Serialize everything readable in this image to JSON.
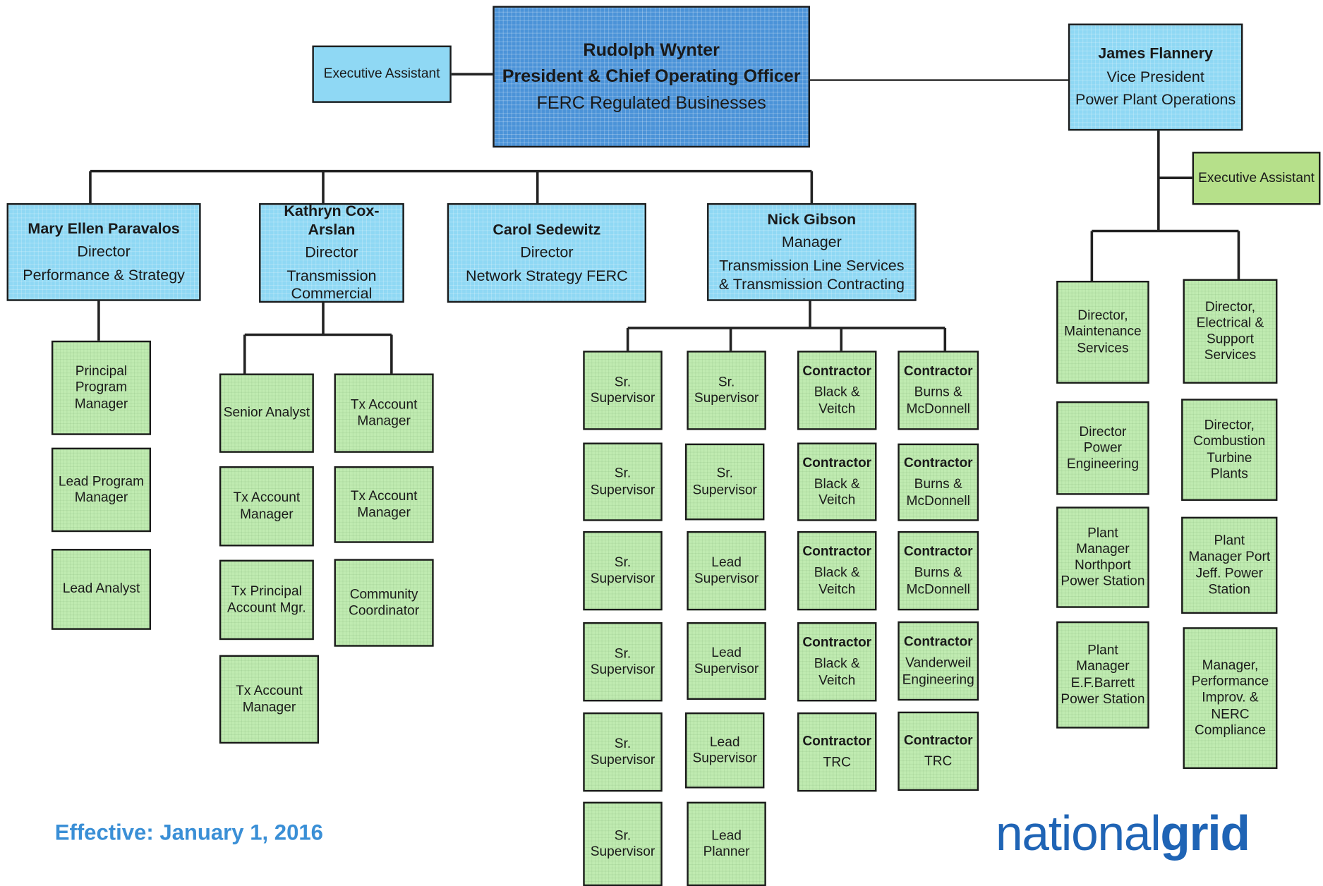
{
  "president": {
    "name": "Rudolph Wynter",
    "title": "President & Chief Operating Officer",
    "unit": "FERC Regulated Businesses"
  },
  "exec_assistant_left": "Executive Assistant",
  "vp": {
    "name": "James Flannery",
    "title": "Vice President",
    "unit": "Power Plant Operations"
  },
  "exec_assistant_right": "Executive Assistant",
  "directors": [
    {
      "name": "Mary Ellen Paravalos",
      "title": "Director",
      "unit": "Performance & Strategy"
    },
    {
      "name": "Kathryn Cox-Arslan",
      "title": "Director",
      "unit": "Transmission Commercial"
    },
    {
      "name": "Carol Sedewitz",
      "title": "Director",
      "unit": "Network Strategy FERC"
    },
    {
      "name": "Nick Gibson",
      "title": "Manager",
      "unit": "Transmission Line Services & Transmission Contracting"
    }
  ],
  "paravalos_team": [
    "Principal Program Manager",
    "Lead Program Manager",
    "Lead Analyst"
  ],
  "cox_team": {
    "left": [
      "Senior Analyst",
      "Tx Account Manager",
      "Tx Principal Account Mgr.",
      "Tx Account Manager"
    ],
    "right": [
      "Tx Account Manager",
      "Tx Account Manager",
      "Community Coordinator"
    ]
  },
  "gibson_team": {
    "col1": [
      "Sr. Supervisor",
      "Sr. Supervisor",
      "Sr. Supervisor",
      "Sr. Supervisor",
      "Sr. Supervisor",
      "Sr. Supervisor"
    ],
    "col2": [
      "Sr. Supervisor",
      "Sr. Supervisor",
      "Lead Supervisor",
      "Lead Supervisor",
      "Lead Supervisor",
      "Lead Planner"
    ],
    "contractor_label": "Contractor",
    "col3": [
      "Black & Veitch",
      "Black & Veitch",
      "Black & Veitch",
      "Black & Veitch",
      "TRC"
    ],
    "col4": [
      "Burns & McDonnell",
      "Burns & McDonnell",
      "Burns & McDonnell",
      "Vanderweil Engineering",
      "TRC"
    ]
  },
  "vp_team": {
    "left": [
      "Director, Maintenance Services",
      "Director Power Engineering",
      "Plant Manager Northport Power Station",
      "Plant Manager E.F.Barrett Power Station"
    ],
    "right": [
      "Director, Electrical & Support Services",
      "Director, Combustion Turbine Plants",
      "Plant Manager Port Jeff. Power Station",
      "Manager, Performance Improv. & NERC Compliance"
    ]
  },
  "effective": "Effective: January 1, 2016",
  "logo": {
    "part1": "national",
    "part2": "grid"
  },
  "colors": {
    "header_blue": "#8fd8f4",
    "president_blue": "#4b93d8",
    "sub_green": "#c0ebb1",
    "assistant_green": "#b6e08a",
    "brand_blue": "#1f64b5",
    "effective_blue": "#3a8fd6"
  }
}
